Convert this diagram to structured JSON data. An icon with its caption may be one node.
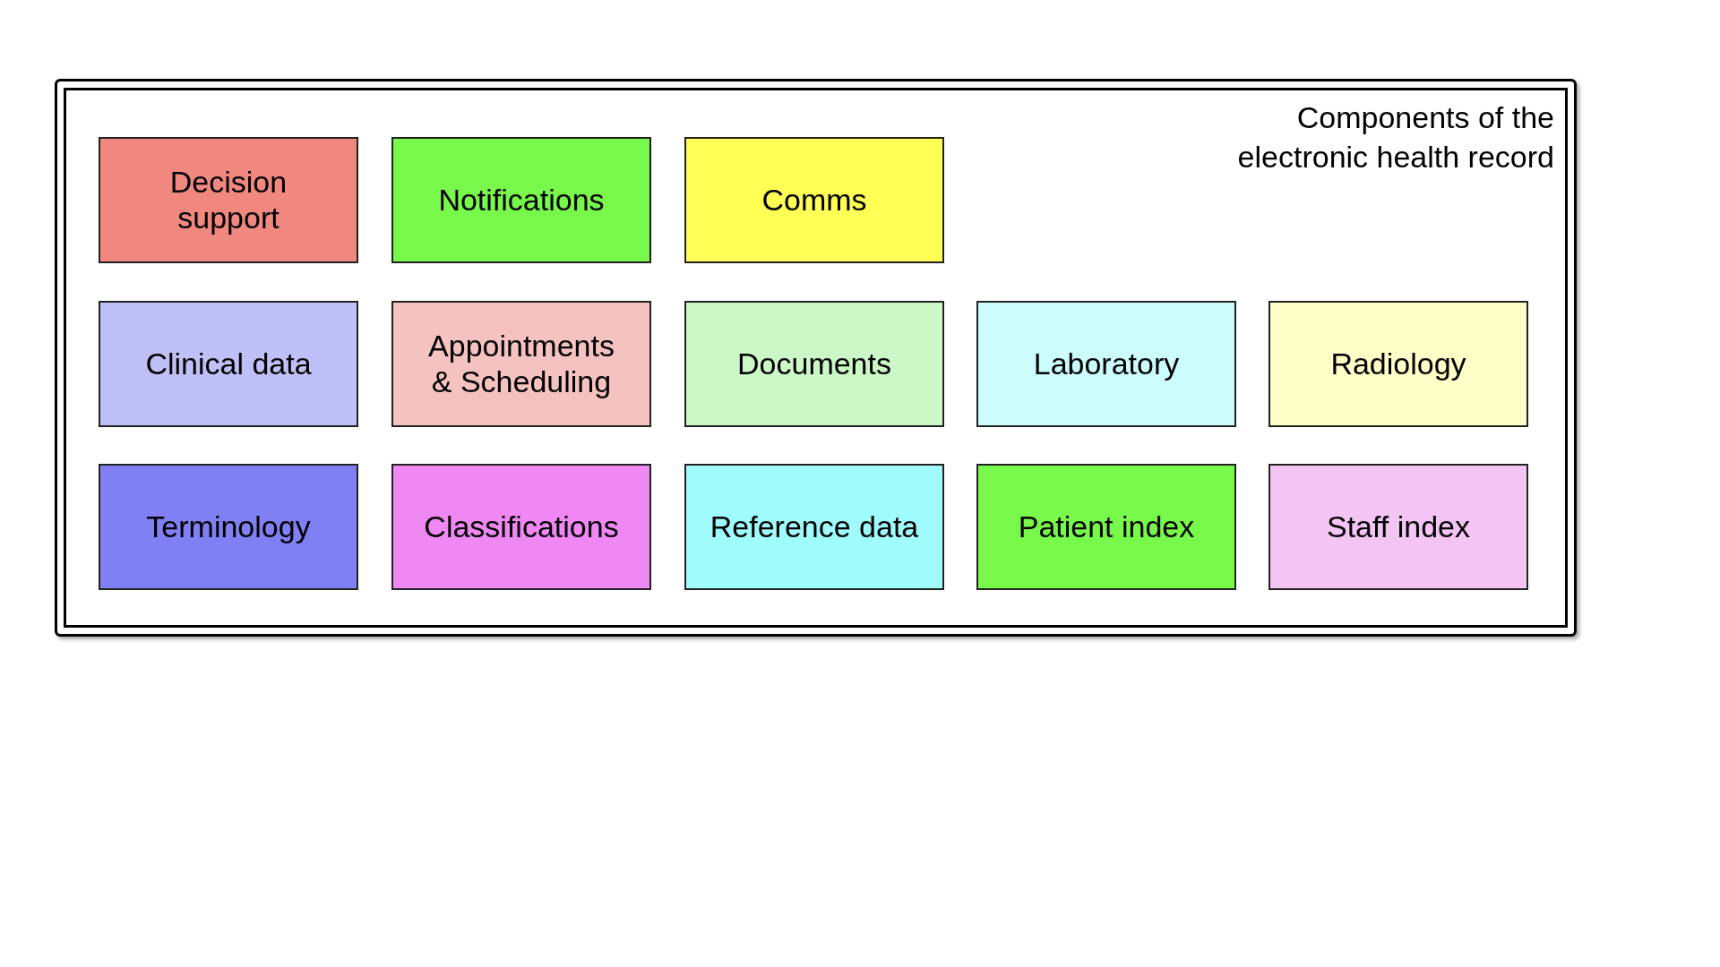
{
  "diagram": {
    "nodes": [
      {
        "text": [
          "Components of the electronic health record"
        ]
      },
      {
        "text": [
          "Decision support"
        ],
        "in": 0
      },
      {
        "text": [
          "Notifications"
        ],
        "in": 0
      },
      {
        "text": [
          "Comms"
        ],
        "in": 0
      },
      {
        "text": [
          "Clinical data"
        ],
        "in": 0
      },
      {
        "text": [
          "Appointments & Scheduling"
        ],
        "in": 0
      },
      {
        "text": [
          "Documents"
        ],
        "in": 0
      },
      {
        "text": [
          "Laboratory"
        ],
        "in": 0
      },
      {
        "text": [
          "Radiology"
        ],
        "in": 0
      },
      {
        "text": [
          "Terminology"
        ],
        "in": 0
      },
      {
        "text": [
          "Classifications"
        ],
        "in": 0
      },
      {
        "text": [
          "Reference data"
        ],
        "in": 0
      },
      {
        "text": [
          "Patient index"
        ],
        "in": 0
      },
      {
        "text": [
          "Staff index"
        ],
        "in": 0
      }
    ]
  }
}
